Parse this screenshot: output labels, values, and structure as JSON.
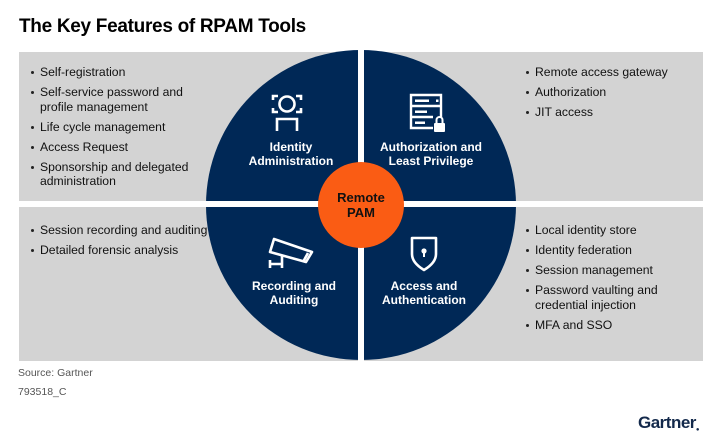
{
  "title": "The Key Features of RPAM Tools",
  "colors": {
    "panel": "#d3d3d3",
    "navy": "#002856",
    "orange": "#fa5c14",
    "logo": "#13294b"
  },
  "center": {
    "label_line1": "Remote",
    "label_line2": "PAM"
  },
  "quadrants": {
    "top_left": {
      "icon": "identity-icon",
      "label_line1": "Identity",
      "label_line2": "Administration",
      "features": [
        "Self-registration",
        "Self-service password and profile management",
        "Life cycle management",
        "Access Request",
        "Sponsorship and delegated administration"
      ]
    },
    "top_right": {
      "icon": "server-lock-icon",
      "label_line1": "Authorization and",
      "label_line2": "Least Privilege",
      "features": [
        "Remote access gateway",
        "Authorization",
        "JIT access"
      ]
    },
    "bottom_left": {
      "icon": "security-camera-icon",
      "label_line1": "Recording and",
      "label_line2": "Auditing",
      "features": [
        "Session recording and auditing",
        "Detailed forensic analysis"
      ]
    },
    "bottom_right": {
      "icon": "shield-keyhole-icon",
      "label_line1": "Access and",
      "label_line2": "Authentication",
      "features": [
        "Local identity store",
        "Identity federation",
        "Session management",
        "Password vaulting and credential injection",
        "MFA and SSO"
      ]
    }
  },
  "footer": {
    "source": "Source: Gartner",
    "code": "793518_C",
    "logo": "Gartner"
  }
}
